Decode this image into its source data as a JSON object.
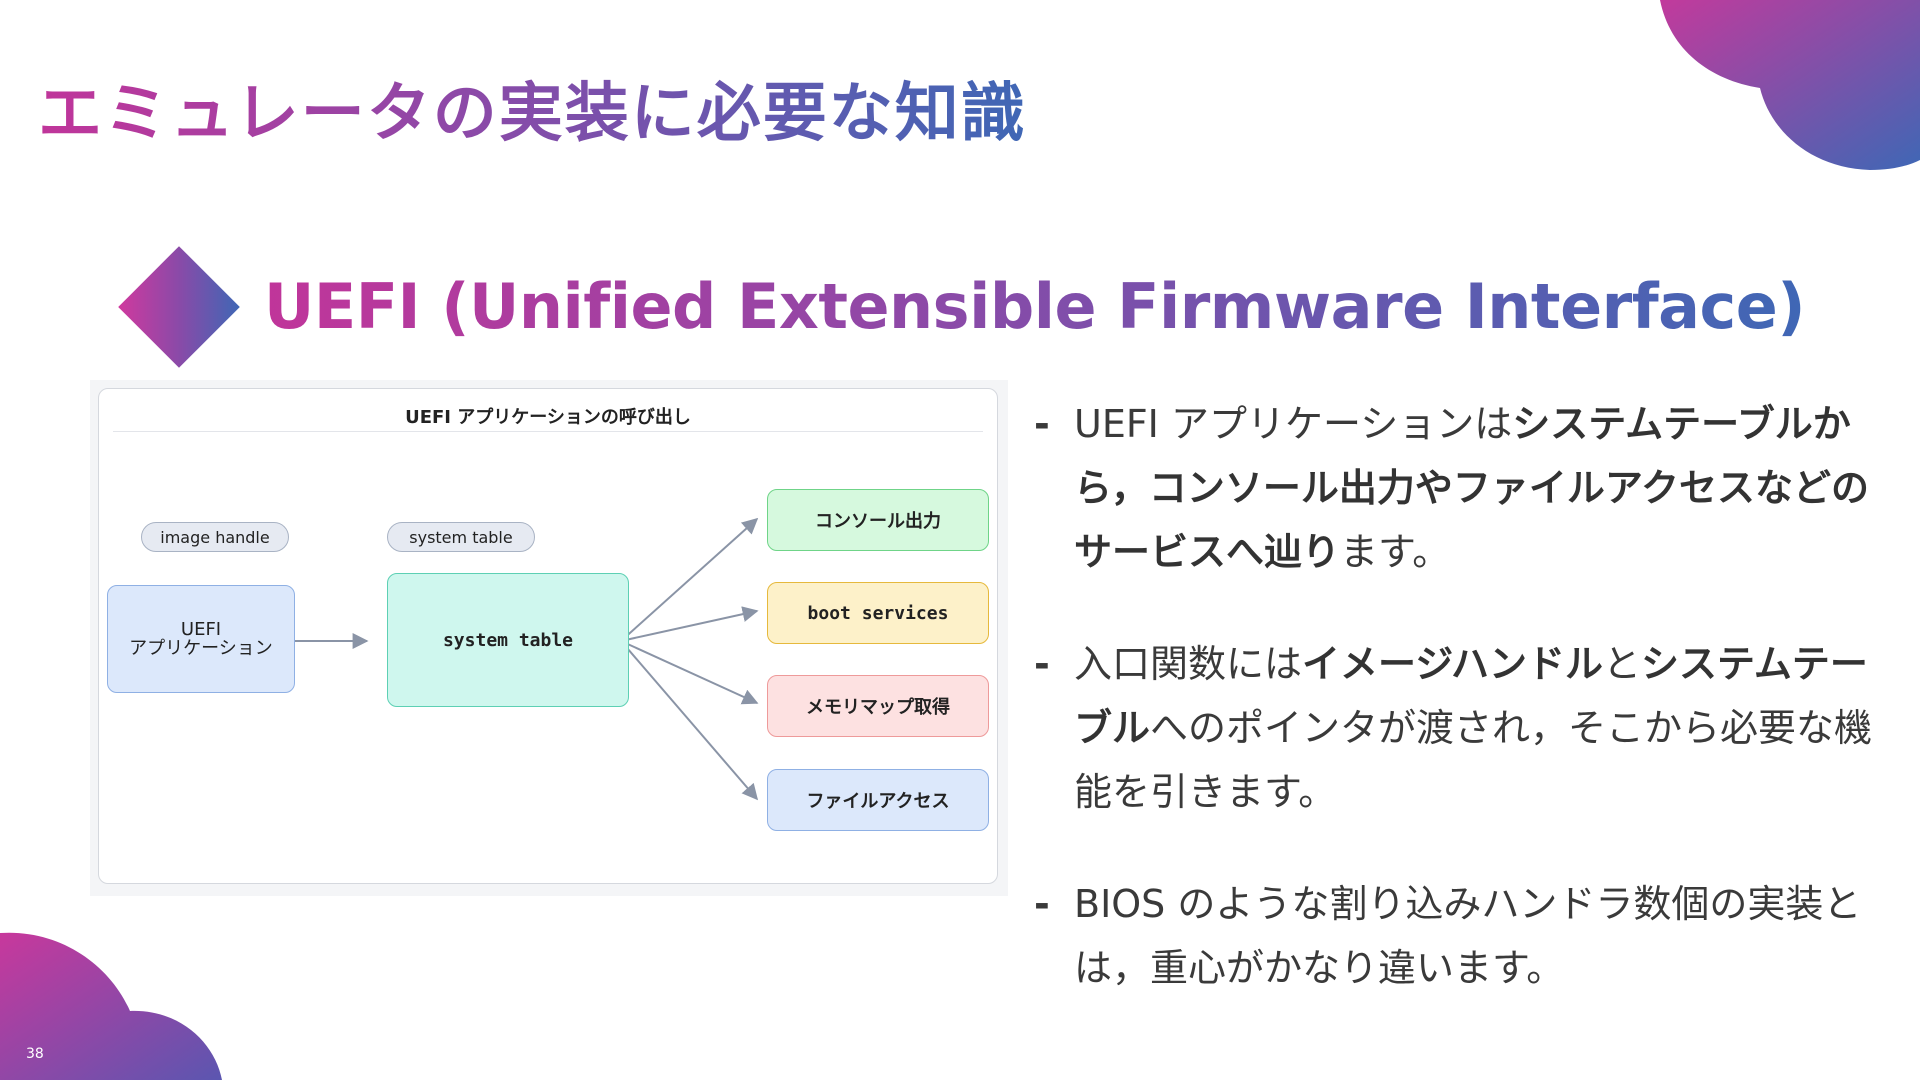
{
  "slide": {
    "title": "エミュレータの実装に必要な知識",
    "section_heading": "UEFI (Unified Extensible Firmware Interface)",
    "page_number": "38"
  },
  "figure": {
    "title": "UEFI アプリケーションの呼び出し",
    "tags": {
      "image_handle": "image handle",
      "system_table": "system table"
    },
    "uefi_app": {
      "line1": "UEFI",
      "line2": "アプリケーション"
    },
    "system_table_box": "system table",
    "services": [
      {
        "label": "コンソール出力",
        "style": "green"
      },
      {
        "label": "boot services",
        "style": "yellow"
      },
      {
        "label": "メモリマップ取得",
        "style": "red"
      },
      {
        "label": "ファイルアクセス",
        "style": "blue"
      }
    ]
  },
  "bullets": [
    {
      "marker": "-",
      "segments": [
        {
          "text": "UEFI アプリケーションは",
          "bold": false
        },
        {
          "text": "システムテーブルから，コンソール出力やファイルアクセスなどのサービスへ辿り",
          "bold": true
        },
        {
          "text": "ます。",
          "bold": false
        }
      ]
    },
    {
      "marker": "-",
      "segments": [
        {
          "text": "入口関数には",
          "bold": false
        },
        {
          "text": "イメージハンドル",
          "bold": true
        },
        {
          "text": "と",
          "bold": false
        },
        {
          "text": "システムテーブル",
          "bold": true
        },
        {
          "text": "へのポインタが渡され，そこから必要な機能を引きます。",
          "bold": false
        }
      ]
    },
    {
      "marker": "-",
      "segments": [
        {
          "text": "BIOS のような割り込みハンドラ数個の実装とは，重心がかなり違います。",
          "bold": false
        }
      ]
    }
  ],
  "colors": {
    "gradient_start": "#c0359a",
    "gradient_end": "#3f67b5",
    "arrow": "#8a94a6"
  }
}
